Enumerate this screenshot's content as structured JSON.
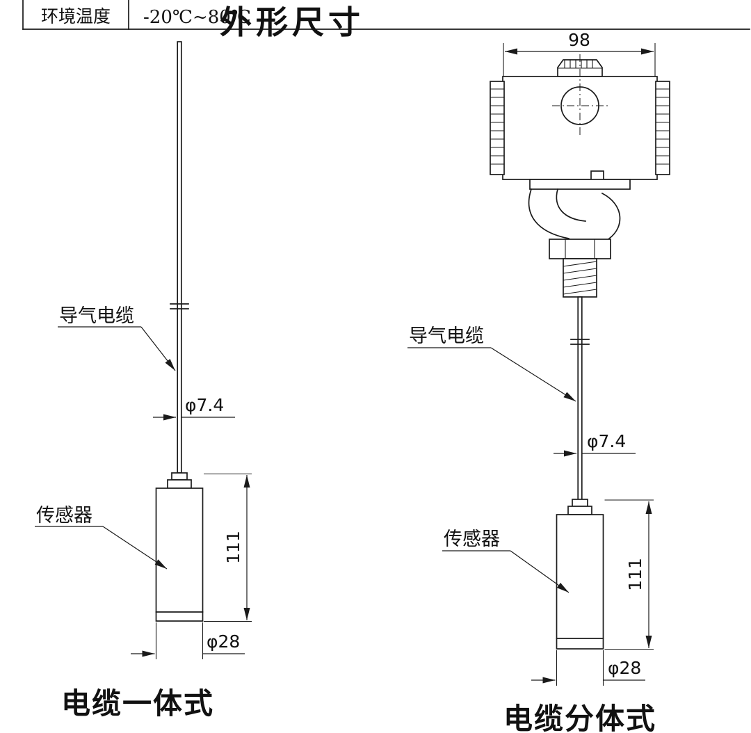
{
  "header": {
    "table_fragment": {
      "label": "环境温度",
      "value": "-20℃~80℃"
    },
    "title": "外形尺寸"
  },
  "left_figure": {
    "caption": "电缆一体式",
    "cable_label": "导气电缆",
    "sensor_label": "传感器",
    "dim_cable_diameter": "φ7.4",
    "dim_sensor_length": "111",
    "dim_sensor_diameter": "φ28"
  },
  "right_figure": {
    "caption": "电缆分体式",
    "cable_label": "导气电缆",
    "sensor_label": "传感器",
    "dim_housing_width": "98",
    "dim_cable_diameter": "φ7.4",
    "dim_sensor_length": "111",
    "dim_sensor_diameter": "φ28"
  }
}
